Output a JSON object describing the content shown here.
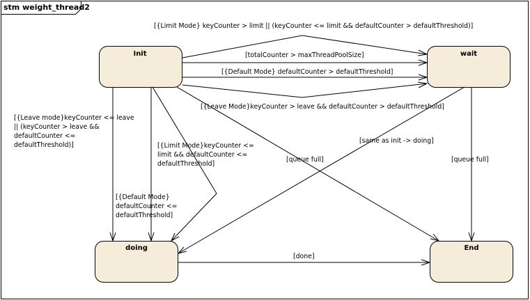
{
  "frame": {
    "title": "stm weight_thread2"
  },
  "states": {
    "init": "Init",
    "wait": "wait",
    "doing": "doing",
    "end": "End"
  },
  "transitions": {
    "init_wait_limit_mode": "[{Limit Mode} keyCounter >  limit || (keyCounter <= limit && defaultCounter > defaultThreshold)]",
    "init_wait_total_counter": "[totalCounter > maxThreadPoolSize]",
    "init_wait_default_mode": "[{Default Mode} defaultCounter > defaultThreshold]",
    "init_wait_leave_mode": "[{Leave Mode}keyCounter > leave && defaultCounter > defaultThreshold]",
    "init_doing_leave_mode": [
      "[{Leave mode}keyCounter <= leave",
      "|| (keyCounter > leave &&",
      "defaultCounter <=",
      "defaultThreshold)]"
    ],
    "init_doing_limit_mode": [
      "[{Limit Mode}keyCounter <=",
      "limit && defaultCounter <=",
      "defaultThreshold]"
    ],
    "init_doing_default_mode": [
      "[{Default Mode}",
      "defaultCounter <=",
      "defaultThreshold]"
    ],
    "init_end_queue_full": "[queue full]",
    "wait_doing": "[same as init -> doing]",
    "wait_end_queue_full": "[queue full]",
    "doing_end_done": "[done]"
  }
}
